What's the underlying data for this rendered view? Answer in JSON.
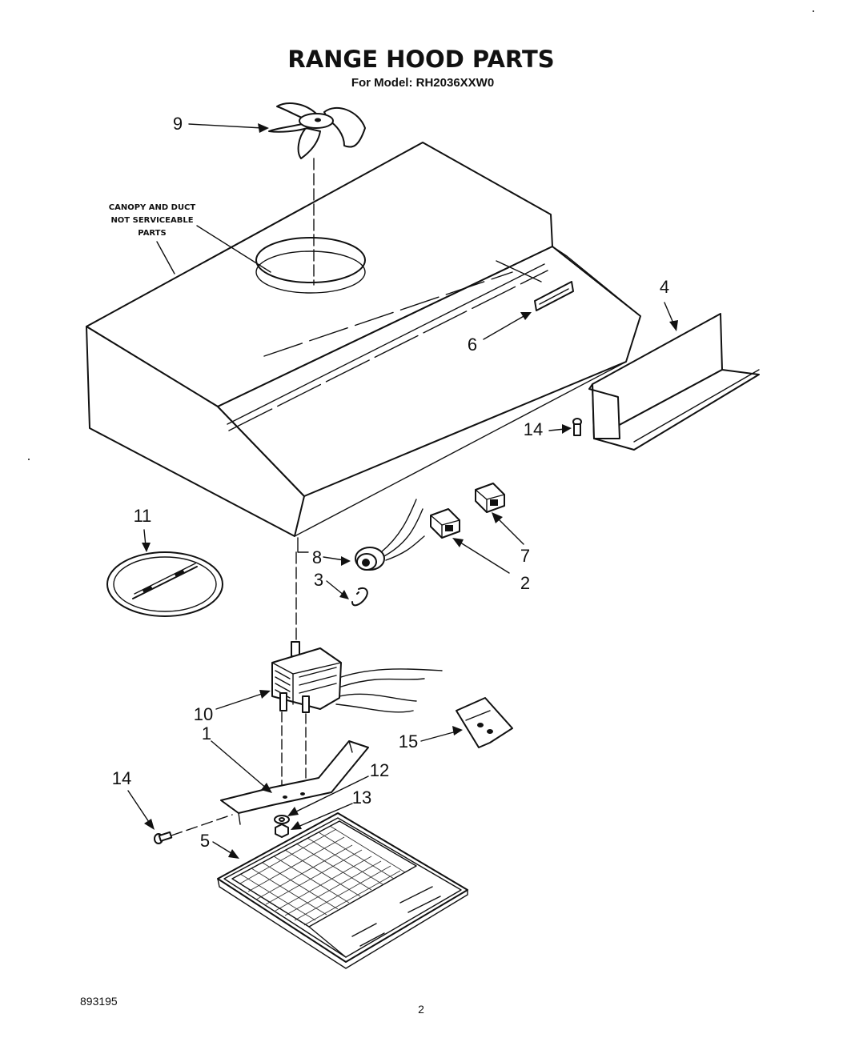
{
  "title": "RANGE HOOD PARTS",
  "subtitle": "For Model: RH2036XXW0",
  "note": [
    "CANOPY AND DUCT",
    "NOT SERVICEABLE",
    "PARTS"
  ],
  "callouts": [
    "1",
    "2",
    "3",
    "4",
    "5",
    "6",
    "7",
    "8",
    "9",
    "10",
    "11",
    "12",
    "13",
    "14",
    "14",
    "15"
  ],
  "footer": {
    "doc_number": "893195",
    "page_number": "2"
  }
}
